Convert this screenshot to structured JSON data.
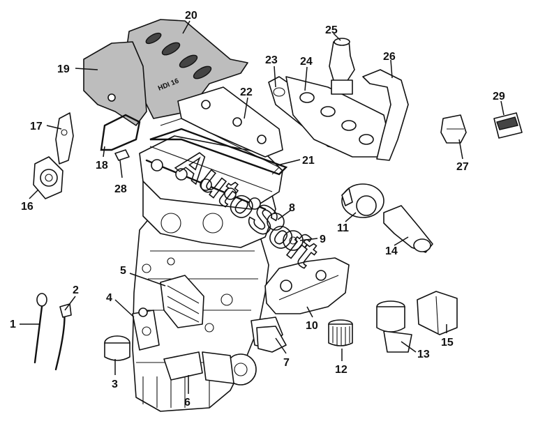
{
  "diagram": {
    "watermark": "AutoSoft",
    "cover_badge": "HDI 16",
    "callouts": [
      {
        "id": "c1",
        "label": "1"
      },
      {
        "id": "c2",
        "label": "2"
      },
      {
        "id": "c3",
        "label": "3"
      },
      {
        "id": "c4",
        "label": "4"
      },
      {
        "id": "c5",
        "label": "5"
      },
      {
        "id": "c6",
        "label": "6"
      },
      {
        "id": "c7",
        "label": "7"
      },
      {
        "id": "c8",
        "label": "8"
      },
      {
        "id": "c9",
        "label": "9"
      },
      {
        "id": "c10",
        "label": "10"
      },
      {
        "id": "c11",
        "label": "11"
      },
      {
        "id": "c12",
        "label": "12"
      },
      {
        "id": "c13",
        "label": "13"
      },
      {
        "id": "c14",
        "label": "14"
      },
      {
        "id": "c15",
        "label": "15"
      },
      {
        "id": "c16",
        "label": "16"
      },
      {
        "id": "c17",
        "label": "17"
      },
      {
        "id": "c18",
        "label": "18"
      },
      {
        "id": "c19",
        "label": "19"
      },
      {
        "id": "c20",
        "label": "20"
      },
      {
        "id": "c21",
        "label": "21"
      },
      {
        "id": "c22",
        "label": "22"
      },
      {
        "id": "c23",
        "label": "23"
      },
      {
        "id": "c24",
        "label": "24"
      },
      {
        "id": "c25",
        "label": "25"
      },
      {
        "id": "c26",
        "label": "26"
      },
      {
        "id": "c27",
        "label": "27"
      },
      {
        "id": "c28",
        "label": "28"
      },
      {
        "id": "c29",
        "label": "29"
      }
    ]
  }
}
